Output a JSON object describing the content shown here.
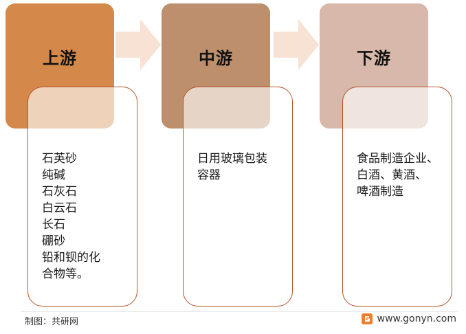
{
  "stages": [
    {
      "title": "上游",
      "color": "#d4894b",
      "items": [
        "石英砂",
        "纯碱",
        "石灰石",
        "白云石",
        "长石",
        "硼砂",
        "铅和钡的化",
        "合物等。"
      ]
    },
    {
      "title": "中游",
      "color": "#bd8f6c",
      "items": [
        "日用玻璃包装",
        "容器"
      ]
    },
    {
      "title": "下游",
      "color": "#d8b8aa",
      "items": [
        "食品制造企业、",
        "白酒、黄酒、",
        "啤酒制造"
      ]
    }
  ],
  "colors": {
    "arrow": "#f7e2d4",
    "card_border": "#b5522a",
    "logo_orange": "#f07d2a"
  },
  "footer": {
    "left_text": "制图：共研网",
    "site_url": "www.gonyn.com"
  }
}
